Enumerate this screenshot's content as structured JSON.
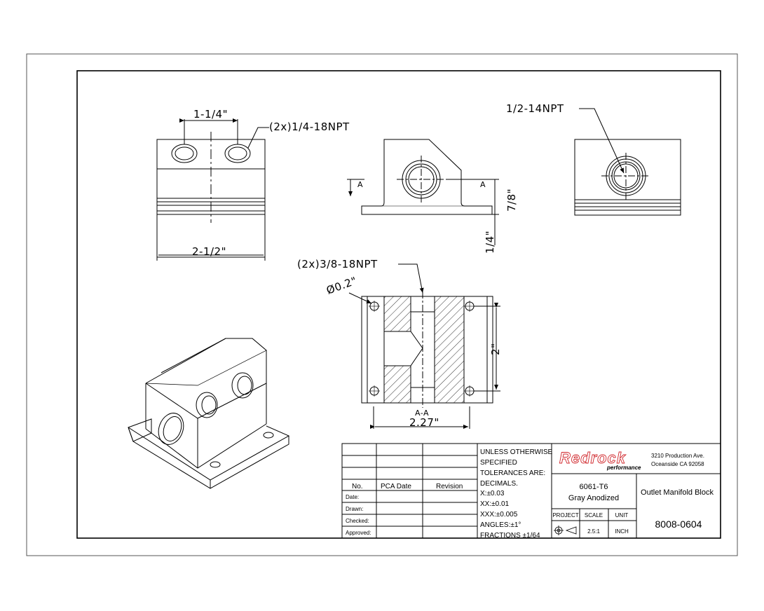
{
  "drawing": {
    "callouts": {
      "spacing": "1-1/4\"",
      "side_ports": "(2x)1/4-18NPT",
      "top_port": "1/2-14NPT",
      "width": "2-1/2\"",
      "height": "7/8\"",
      "base": "1/4\"",
      "through_ports": "(2x)3/8-18NPT",
      "hole_dia": "Ø0.2\"",
      "section_height": "2\"",
      "section_width": "2.27\"",
      "section_label": "A-A",
      "cut_left": "A",
      "cut_right": "A"
    }
  },
  "title_block": {
    "revision_headers": {
      "no": "No.",
      "pca_date": "PCA Date",
      "revision": "Revision"
    },
    "sign_rows": [
      "Date:",
      "Drawn:",
      "Checked:",
      "Approved:"
    ],
    "tolerances": [
      "UNLESS OTHERWISE",
      "SPECIFIED",
      "TOLERANCES ARE:",
      "DECIMALS.",
      "X:±0.03",
      "XX:±0.01",
      "XXX:±0.005",
      "ANGLES:±1°",
      "FRACTIONS ±1/64"
    ],
    "brand": "Redrock",
    "brand_sub": "performance",
    "address_line1": "3210 Production Ave.",
    "address_line2": "Oceanside CA 92058",
    "material_line1": "6061-T6",
    "material_line2": "Gray Anodized",
    "part_name": "Outlet Manifold Block",
    "project_label": "PROJECT",
    "scale_label": "SCALE",
    "scale_value": "2.5:1",
    "unit_label": "UNIT",
    "unit_value": "INCH",
    "part_number": "8008-0604",
    "accent_color": "#d0262b"
  }
}
